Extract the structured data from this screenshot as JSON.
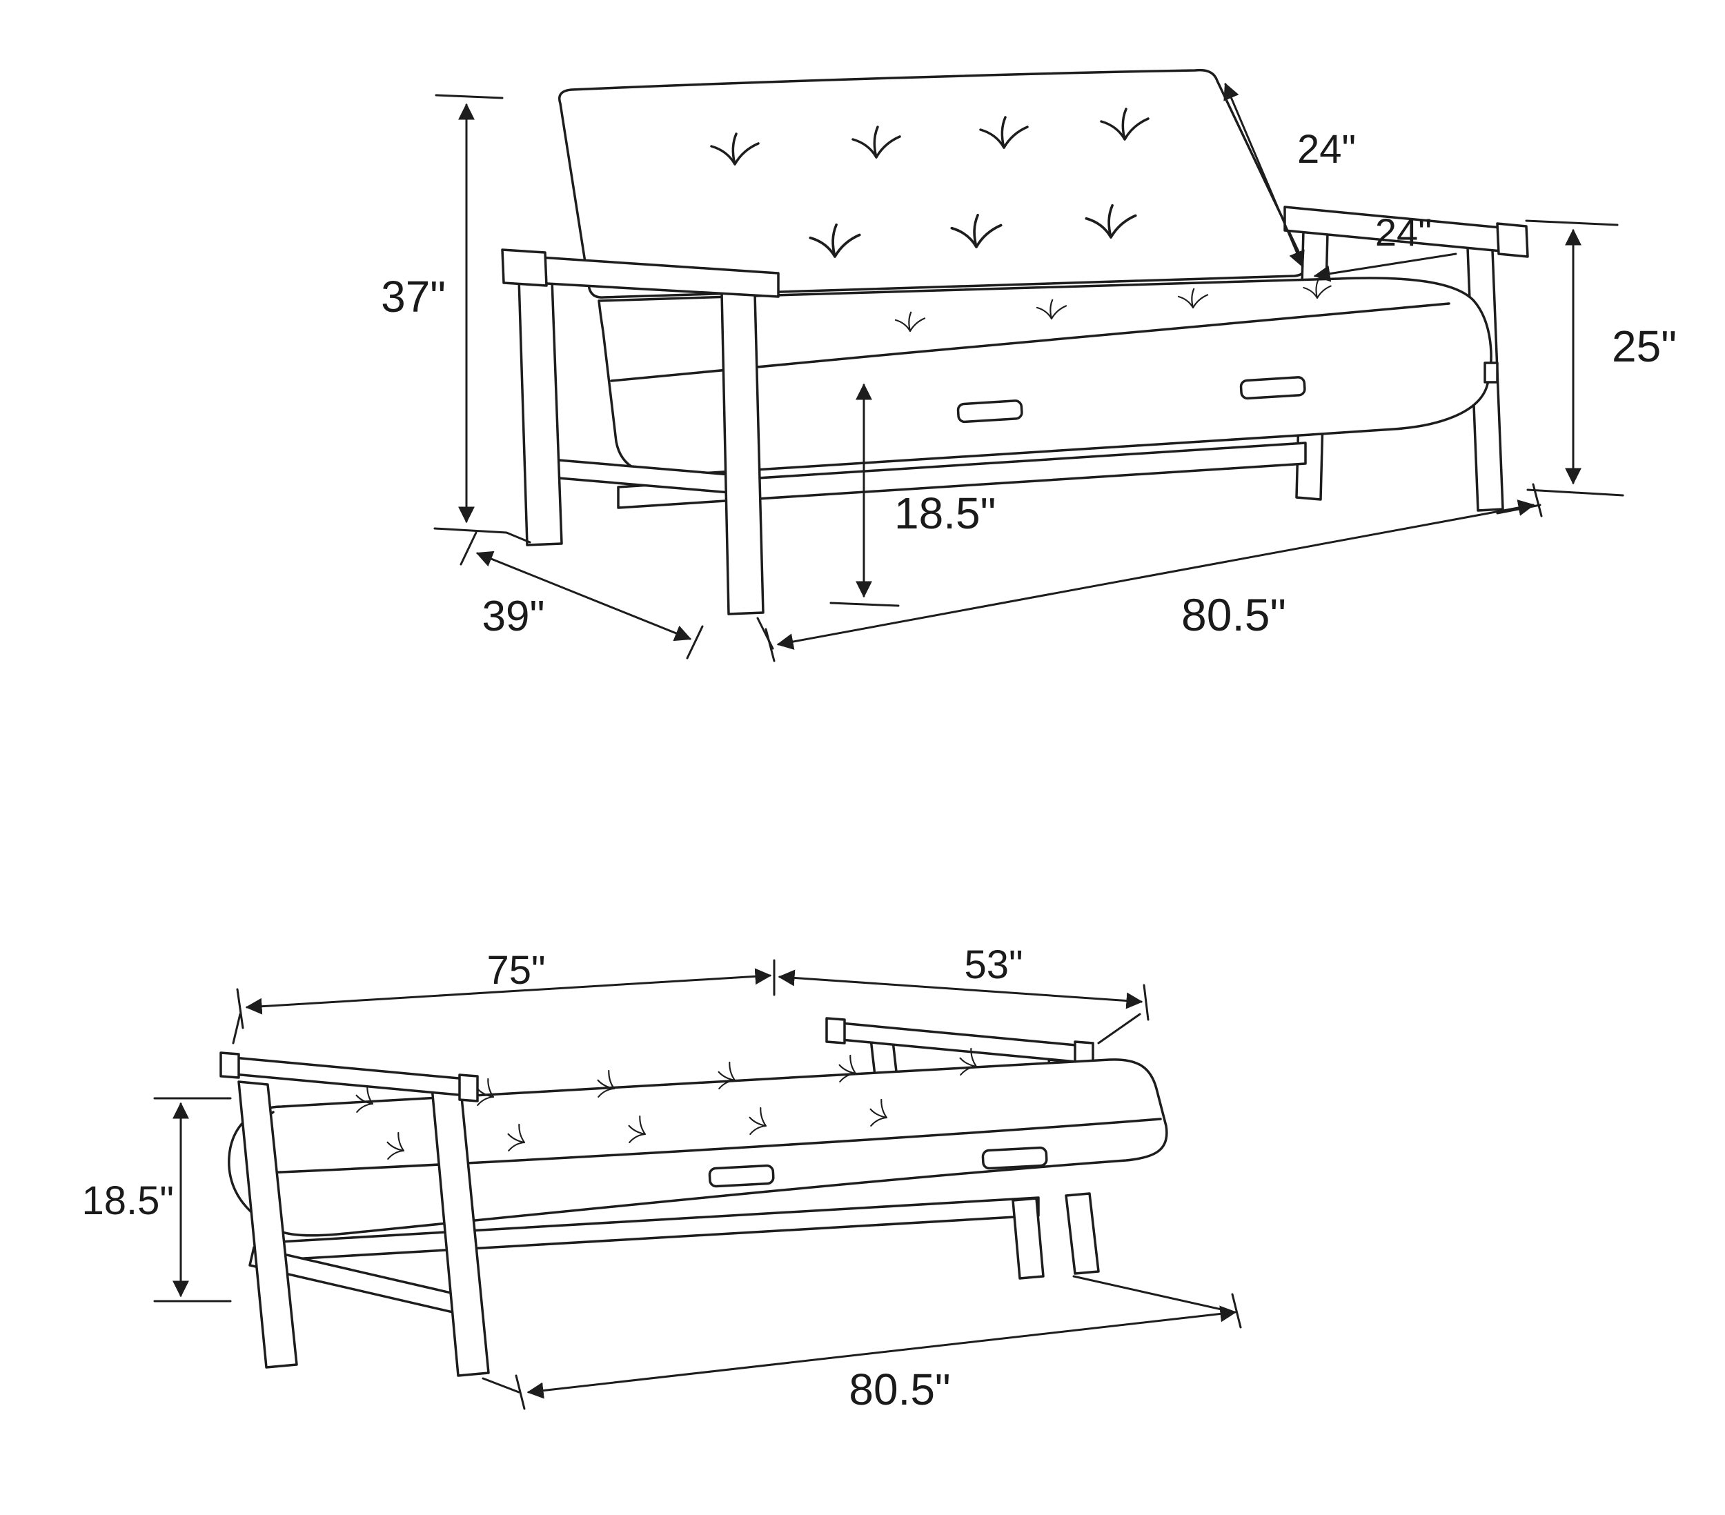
{
  "views": {
    "sofa": {
      "overall_height": "37\"",
      "backrest_depth": "24\"",
      "seat_depth": "24\"",
      "arm_height": "25\"",
      "seat_height": "18.5\"",
      "overall_depth": "39\"",
      "overall_length": "80.5\""
    },
    "bed": {
      "sleeping_length": "75\"",
      "sleeping_width": "53\"",
      "frame_height": "18.5\"",
      "overall_length": "80.5\""
    }
  }
}
